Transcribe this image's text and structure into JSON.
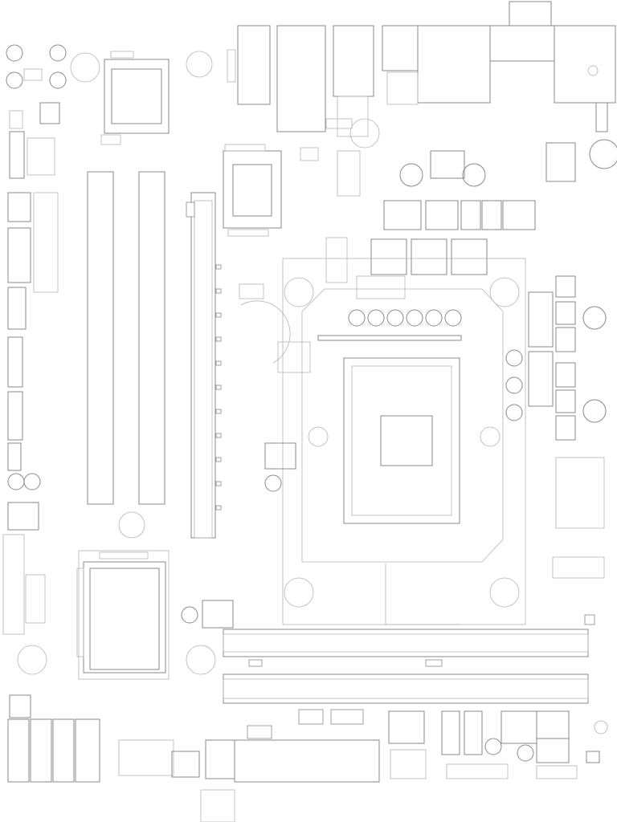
{
  "title": "",
  "components": {
    "ram_slots": 2,
    "pcie_slots": 3,
    "chips": 3,
    "usb_ports": 4
  },
  "colors": {
    "stroke": "#8a8a8a",
    "background": "#ffffff"
  }
}
